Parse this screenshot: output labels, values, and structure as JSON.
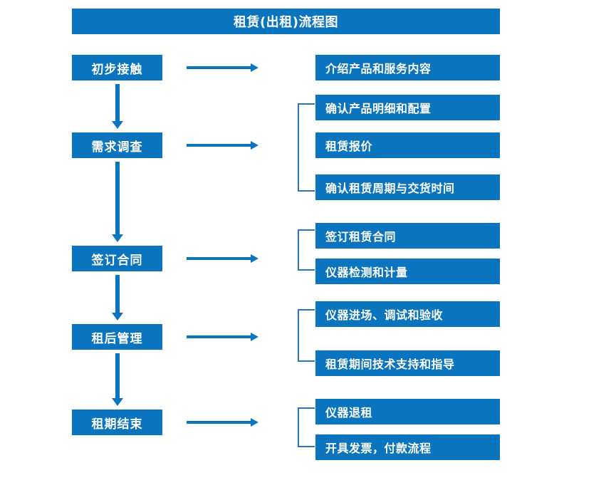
{
  "diagram": {
    "title": "租赁(出租)流程图",
    "accent_color": "#0b74be",
    "bracket_color": "#2e75b6",
    "text_color": "#ffffff",
    "background_color": "#ffffff",
    "stages": [
      {
        "label": "初步接触"
      },
      {
        "label": "需求调查"
      },
      {
        "label": "签订合同"
      },
      {
        "label": "租后管理"
      },
      {
        "label": "租期结束"
      }
    ],
    "details": [
      {
        "label": "介绍产品和服务内容"
      },
      {
        "label": "确认产品明细和配置"
      },
      {
        "label": "租赁报价"
      },
      {
        "label": "确认租赁周期与交货时间"
      },
      {
        "label": "签订租赁合同"
      },
      {
        "label": "仪器检测和计量"
      },
      {
        "label": "仪器进场、调试和验收"
      },
      {
        "label": "租赁期间技术支持和指导"
      },
      {
        "label": "仪器退租"
      },
      {
        "label": "开具发票，付款流程"
      }
    ],
    "groups": [
      {
        "stage": "初步接触",
        "detail_labels": [
          "介绍产品和服务内容"
        ]
      },
      {
        "stage": "需求调查",
        "detail_labels": [
          "确认产品明细和配置",
          "租赁报价",
          "确认租赁周期与交货时间"
        ]
      },
      {
        "stage": "签订合同",
        "detail_labels": [
          "签订租赁合同",
          "仪器检测和计量"
        ]
      },
      {
        "stage": "租后管理",
        "detail_labels": [
          "仪器进场、调试和验收",
          "租赁期间技术支持和指导"
        ]
      },
      {
        "stage": "租期结束",
        "detail_labels": [
          "仪器退租",
          "开具发票，付款流程"
        ]
      }
    ]
  }
}
